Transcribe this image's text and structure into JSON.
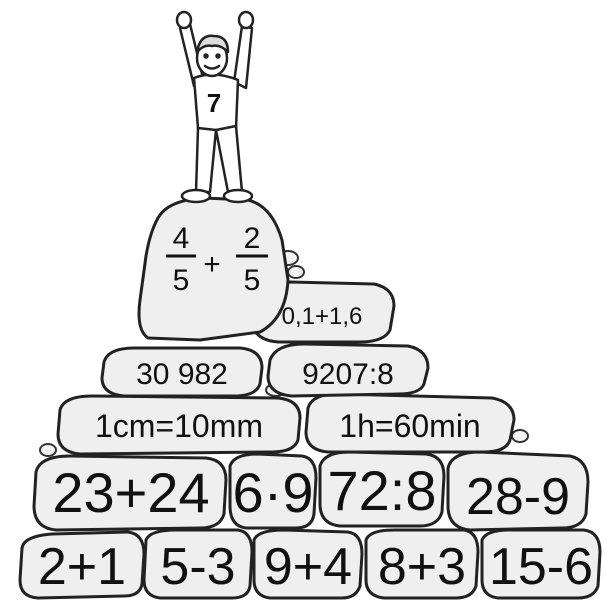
{
  "figure": {
    "shirt_number": "7",
    "top_stone": {
      "fraction_a": {
        "numerator": "4",
        "denominator": "5"
      },
      "operator": "+",
      "fraction_b": {
        "numerator": "2",
        "denominator": "5"
      }
    },
    "rows": {
      "row1": [
        "0,1+1,6"
      ],
      "row2": [
        "30 982",
        "9207:8"
      ],
      "row3": [
        "1cm=10mm",
        "1h=60min"
      ],
      "row4": [
        "23+24",
        "6·9",
        "72:8",
        "28-9"
      ],
      "row5": [
        "2+1",
        "5-3",
        "9+4",
        "8+3",
        "15-6"
      ]
    },
    "colors": {
      "ink": "#111111",
      "stone_fill": "#efefef",
      "background": "#ffffff"
    }
  }
}
